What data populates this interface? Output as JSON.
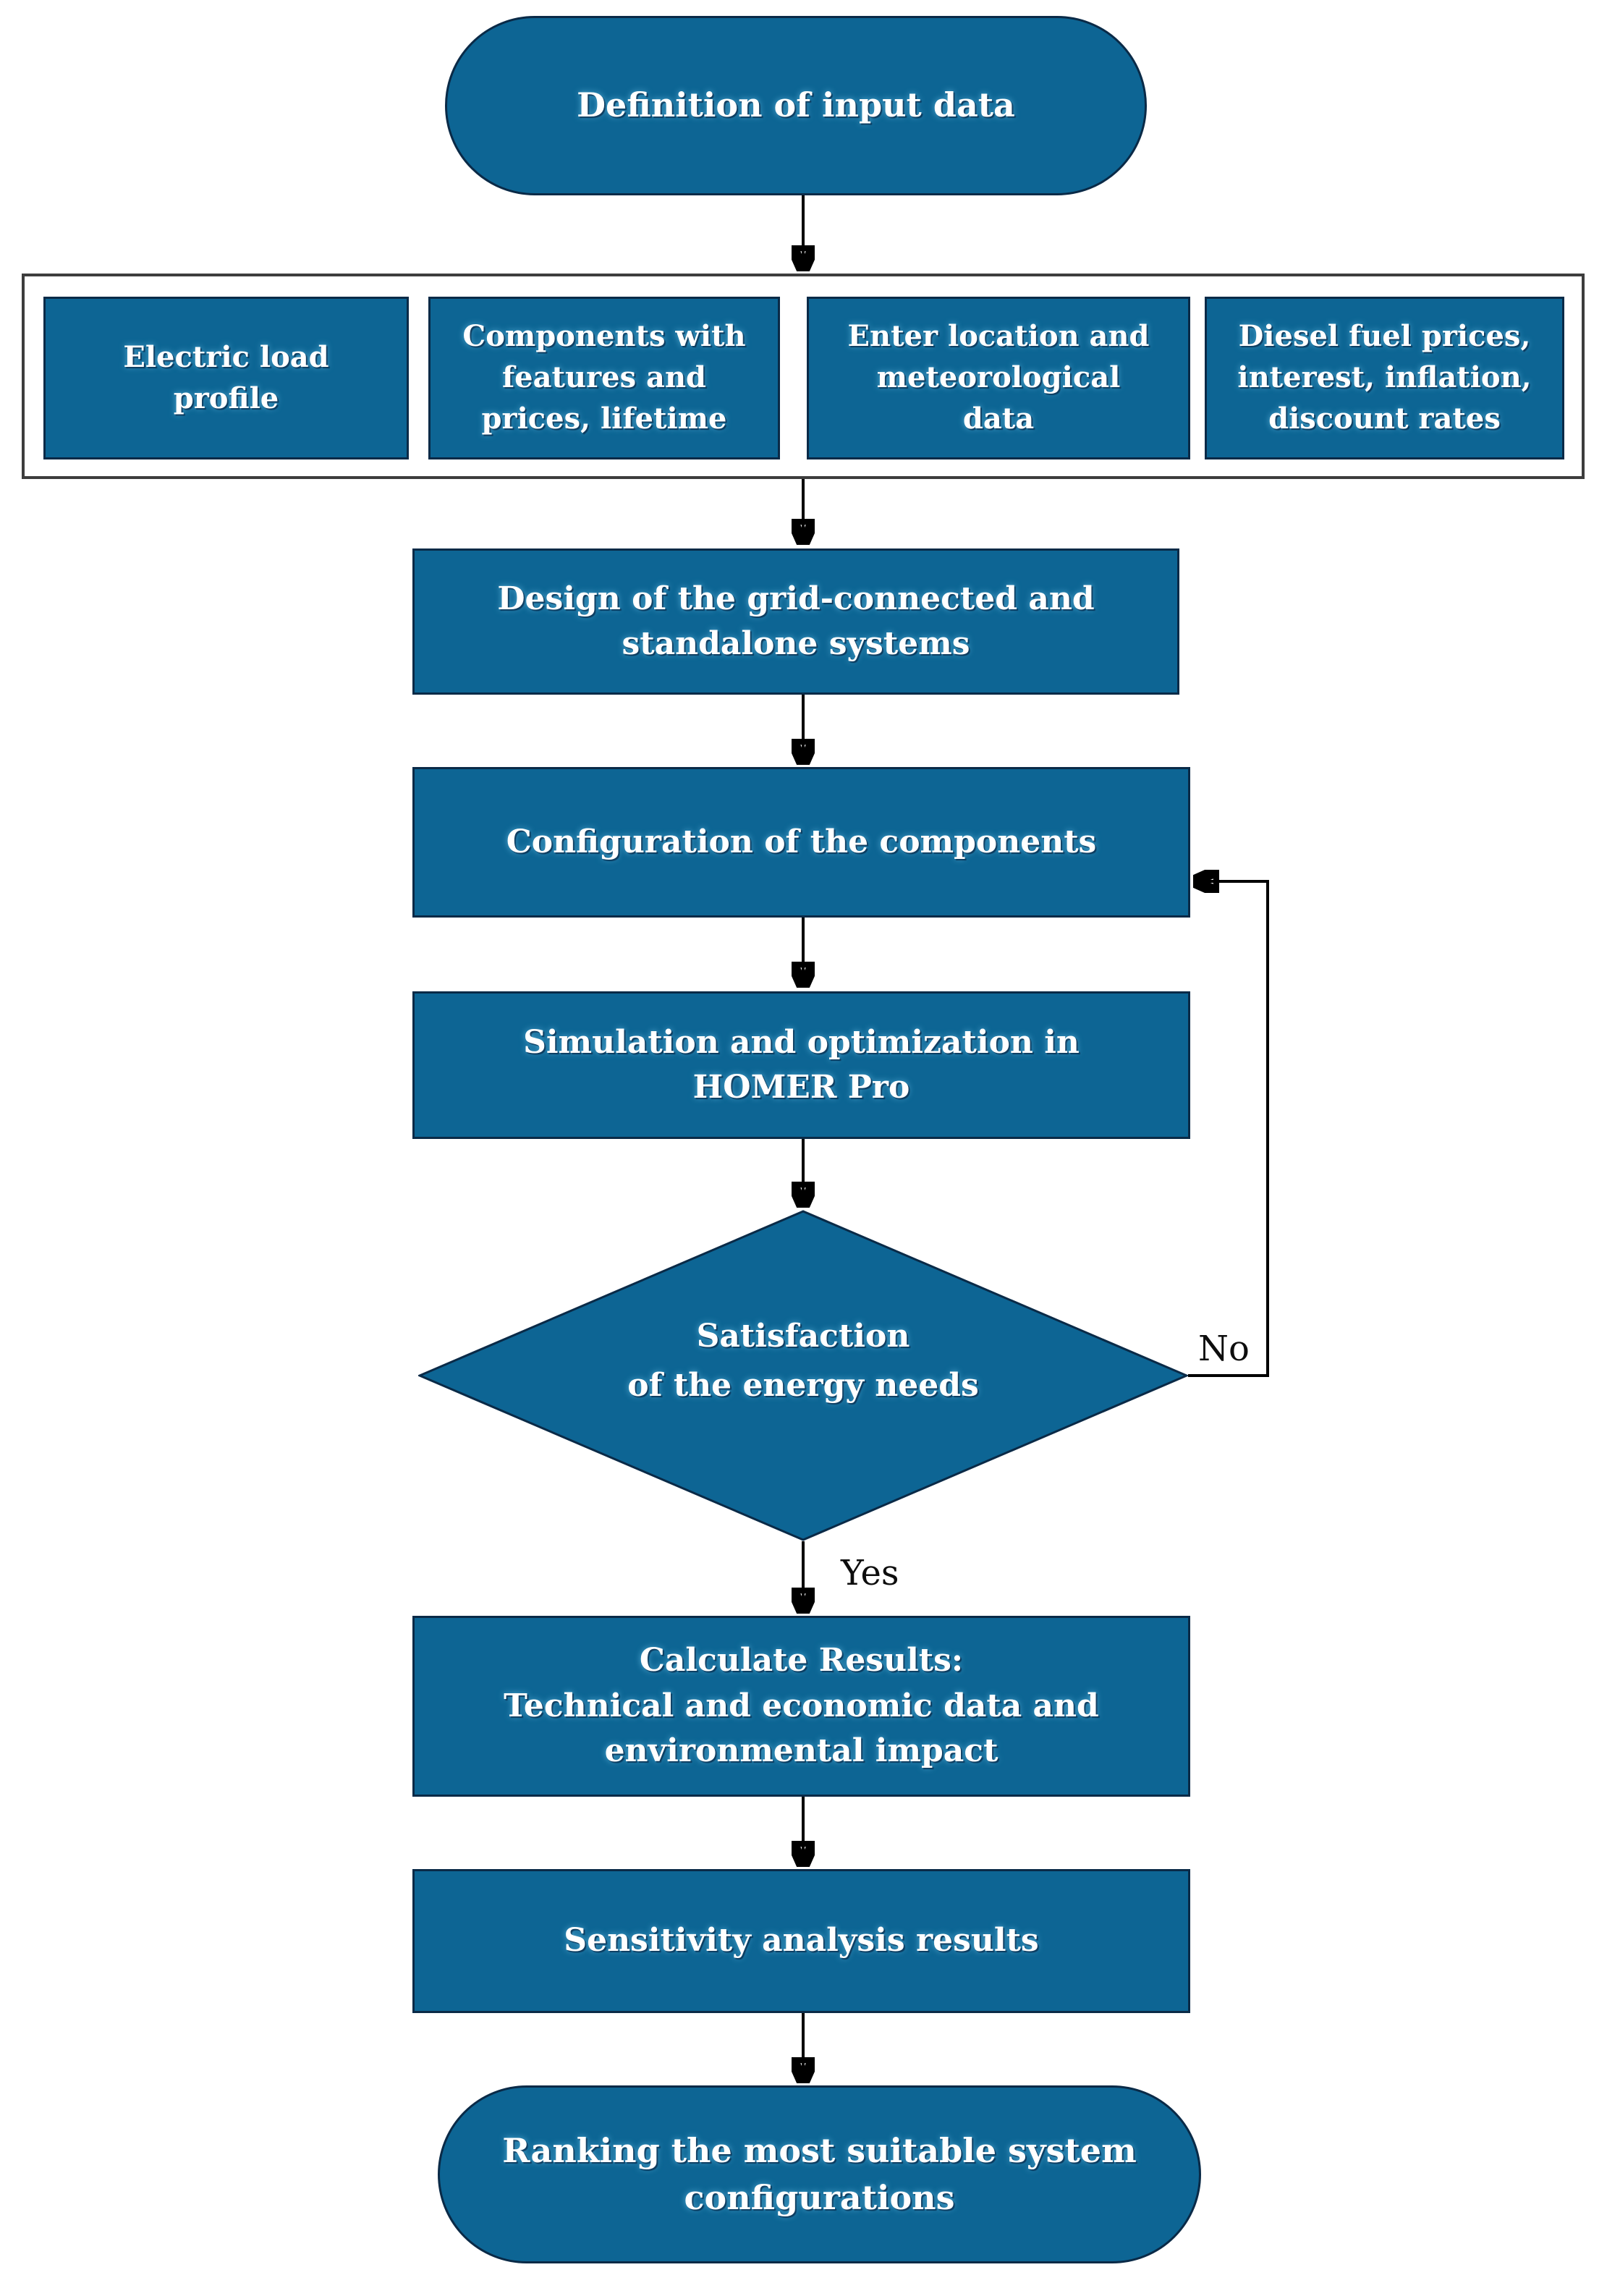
{
  "flowchart": {
    "colors": {
      "node_fill": "#0d6594",
      "node_border": "#0a2a47",
      "container_border": "#3d3d3d",
      "line_color": "#000000",
      "text_color": "#ffffff"
    },
    "nodes": {
      "start": {
        "label": "Definition of input data",
        "type": "terminator"
      },
      "inputs": [
        {
          "label": "Electric load\nprofile"
        },
        {
          "label": "Components with\nfeatures and\nprices, lifetime"
        },
        {
          "label": "Enter location and\nmeteorological\ndata"
        },
        {
          "label": "Diesel fuel prices,\ninterest, inflation,\ndiscount rates"
        }
      ],
      "design": {
        "label": "Design of the grid-connected and\nstandalone systems",
        "type": "process"
      },
      "configuration": {
        "label": "Configuration of the components",
        "type": "process"
      },
      "simulation": {
        "label": "Simulation and optimization in\nHOMER Pro",
        "type": "process"
      },
      "decision": {
        "label": "Satisfaction\nof the energy needs",
        "type": "decision"
      },
      "calculate": {
        "label": "Calculate Results:\nTechnical and economic data and\nenvironmental impact",
        "type": "process"
      },
      "sensitivity": {
        "label": "Sensitivity analysis results",
        "type": "process"
      },
      "end": {
        "label": "Ranking the most suitable system\nconfigurations",
        "type": "terminator"
      }
    },
    "edges": {
      "yes_label": "Yes",
      "no_label": "No"
    }
  }
}
